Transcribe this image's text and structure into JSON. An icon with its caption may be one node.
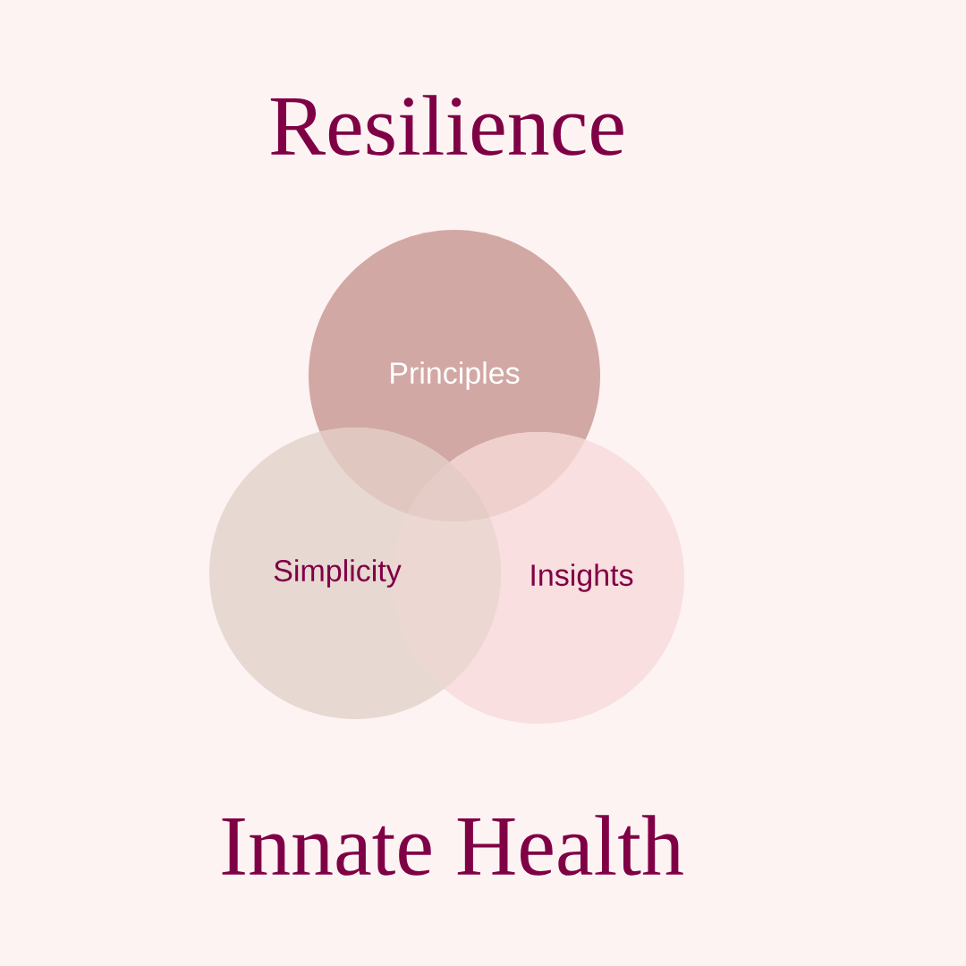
{
  "diagram": {
    "title": "Resilience",
    "nodes": [
      {
        "text": [
          "Principles"
        ]
      },
      {
        "text": [
          "Simplicity"
        ]
      },
      {
        "text": [
          "Insights"
        ]
      }
    ],
    "labels": [
      "Innate Health"
    ]
  }
}
